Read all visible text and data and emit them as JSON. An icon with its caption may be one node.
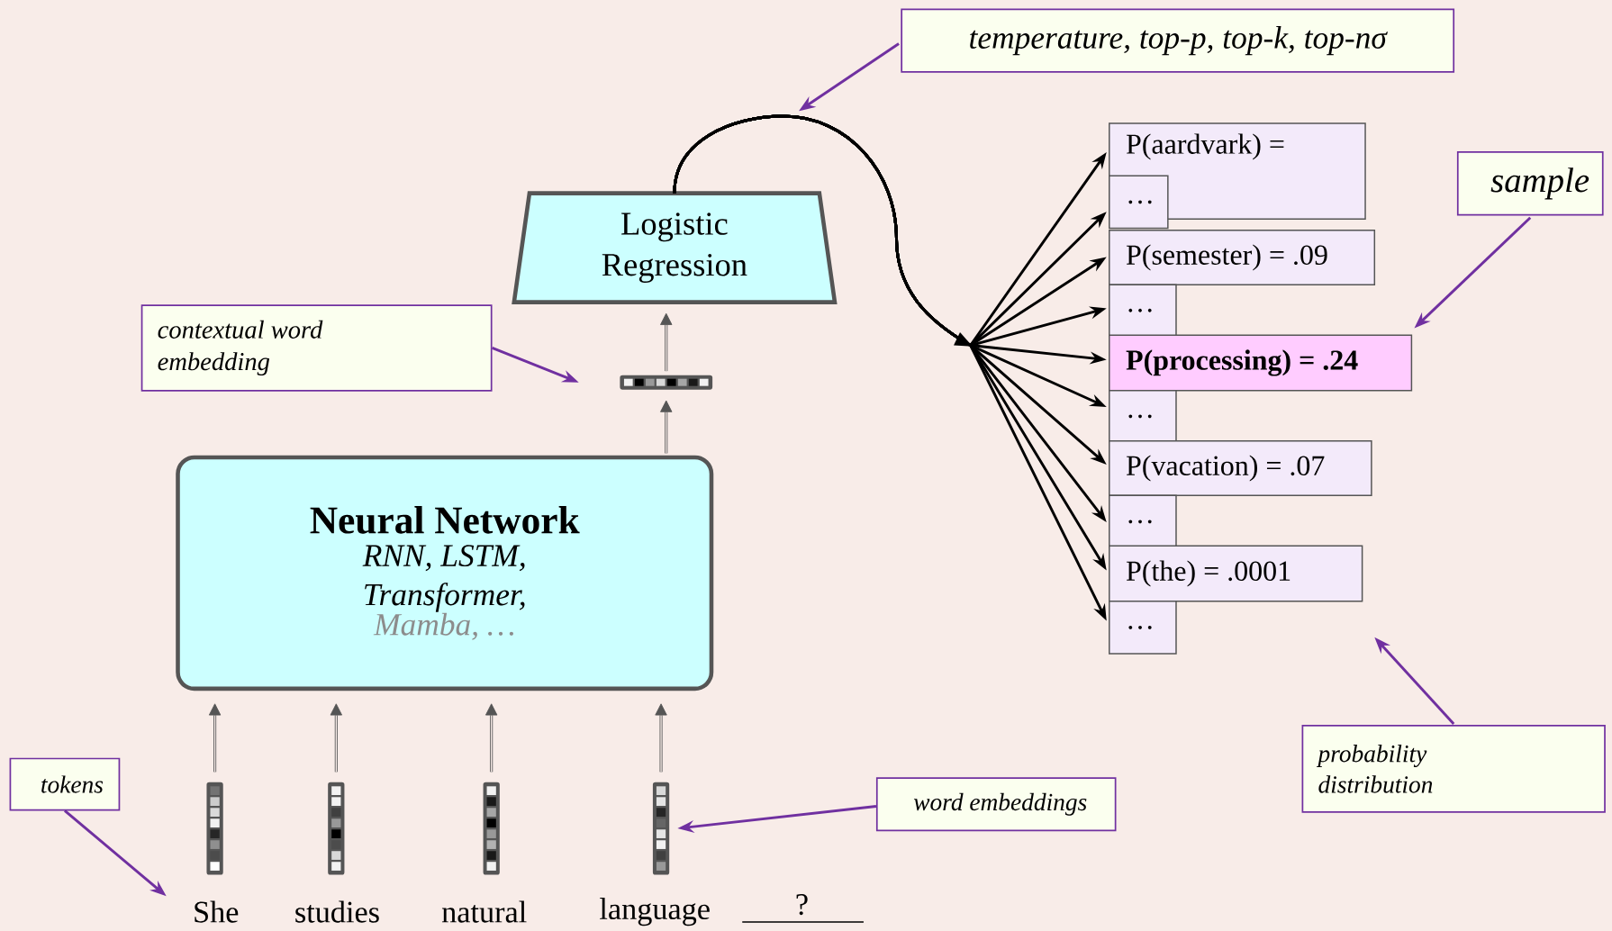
{
  "diagram": {
    "nodes": [
      {
        "text": [
          "temperature, top-p, top-k, top-nσ"
        ]
      },
      {
        "text": [
          "Logistic Regression"
        ]
      },
      {
        "text": [
          "contextual word embedding"
        ]
      },
      {
        "text": [],
        "shape": "bar"
      },
      {
        "text": [
          "Neural Network",
          "RNN, LSTM, Transformer,",
          "Mamba, …"
        ]
      },
      {
        "text": [
          "tokens"
        ]
      },
      {
        "text": [],
        "shape": "bar"
      },
      {
        "text": [],
        "shape": "bar"
      },
      {
        "text": [],
        "shape": "bar"
      },
      {
        "text": [],
        "shape": "bar"
      },
      {
        "text": [
          "word embeddings"
        ]
      },
      {
        "text": [
          "She"
        ]
      },
      {
        "text": [
          "sample"
        ]
      },
      {
        "text": [
          "P(aardvark) ="
        ]
      },
      {
        "text": [
          "…"
        ]
      },
      {
        "text": [
          "P(semester) = .09"
        ]
      },
      {
        "text": [
          "…"
        ]
      },
      {
        "text": [
          "P(processing) = .24"
        ]
      },
      {
        "text": [
          "…"
        ]
      },
      {
        "text": [
          "P(vacation) = .07"
        ]
      },
      {
        "text": [
          "…"
        ]
      },
      {
        "text": [
          "P(the) = .0001"
        ]
      },
      {
        "text": [
          "…"
        ]
      },
      {
        "text": [
          "probability distribution"
        ]
      }
    ],
    "edges": [
      {
        "from": 0,
        "to": null,
        "arrow": "to",
        "color": "#7030a0"
      },
      {
        "from": 2,
        "to": 3,
        "arrow": "to",
        "color": "#7030a0"
      },
      {
        "from": 3,
        "to": 1,
        "arrow": "to",
        "color": "#555555"
      },
      {
        "from": 4,
        "to": 3,
        "arrow": "to",
        "color": "#555555"
      },
      {
        "from": 6,
        "to": 4,
        "arrow": "to",
        "color": "#555555"
      },
      {
        "from": 7,
        "to": 4,
        "arrow": "to",
        "color": "#555555"
      },
      {
        "from": 8,
        "to": 4,
        "arrow": "to",
        "color": "#555555"
      },
      {
        "from": 9,
        "to": 4,
        "arrow": "to",
        "color": "#555555"
      },
      {
        "from": 5,
        "to": 11,
        "arrow": "to",
        "color": "#7030a0"
      },
      {
        "from": 10,
        "to": 9,
        "arrow": "to",
        "color": "#7030a0"
      },
      {
        "from": 1,
        "to": 13,
        "arrow": "to"
      },
      {
        "from": 1,
        "to": 14,
        "arrow": "to"
      },
      {
        "from": 1,
        "to": 15,
        "arrow": "to"
      },
      {
        "from": 1,
        "to": 16,
        "arrow": "to"
      },
      {
        "from": 1,
        "to": 17,
        "arrow": "to"
      },
      {
        "from": 1,
        "to": 18,
        "arrow": "to"
      },
      {
        "from": 1,
        "to": 19,
        "arrow": "to"
      },
      {
        "from": 1,
        "to": 20,
        "arrow": "to"
      },
      {
        "from": 1,
        "to": 21,
        "arrow": "to"
      },
      {
        "from": 1,
        "to": 22,
        "arrow": "to"
      },
      {
        "from": 12,
        "to": 17,
        "arrow": "to",
        "color": "#7030a0"
      },
      {
        "from": 23,
        "to": null,
        "arrow": "to",
        "color": "#7030a0"
      }
    ],
    "labels": [
      "studies",
      "natural",
      "language",
      "?"
    ]
  }
}
